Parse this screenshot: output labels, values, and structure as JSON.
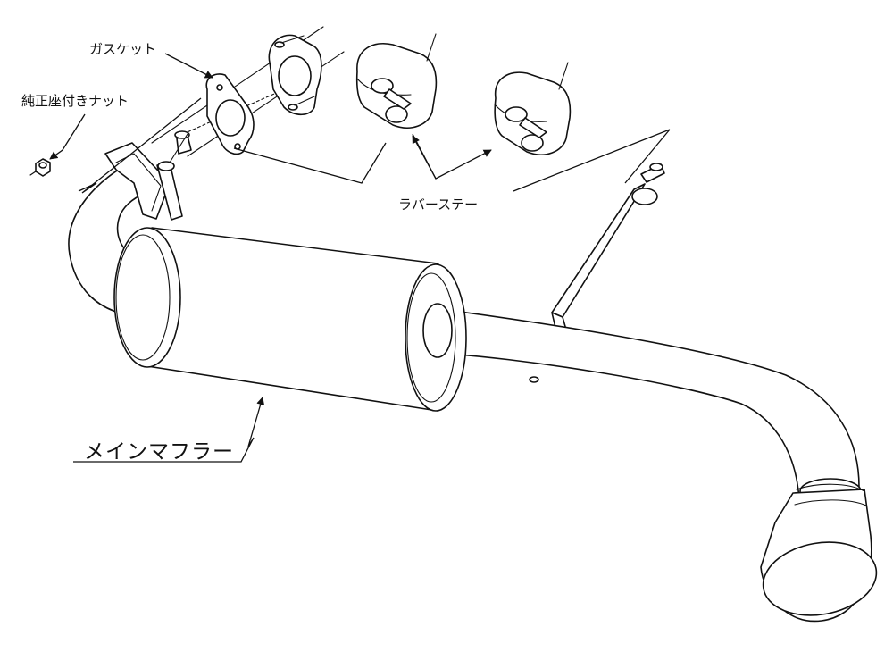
{
  "diagram": {
    "labels": {
      "gasket": "ガスケット",
      "nut": "純正座付きナット",
      "rubber_stay": "ラバーステー",
      "main_muffler": "メインマフラー"
    },
    "line_color": "#111111",
    "background": "#ffffff"
  }
}
